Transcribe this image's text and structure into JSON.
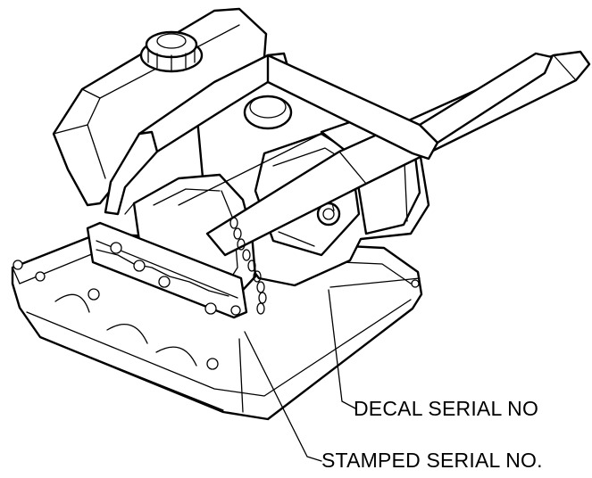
{
  "figure": {
    "callouts": [
      {
        "id": "decal",
        "text": "DECAL SERIAL NO"
      },
      {
        "id": "stamped",
        "text": "STAMPED SERIAL NO."
      }
    ]
  }
}
